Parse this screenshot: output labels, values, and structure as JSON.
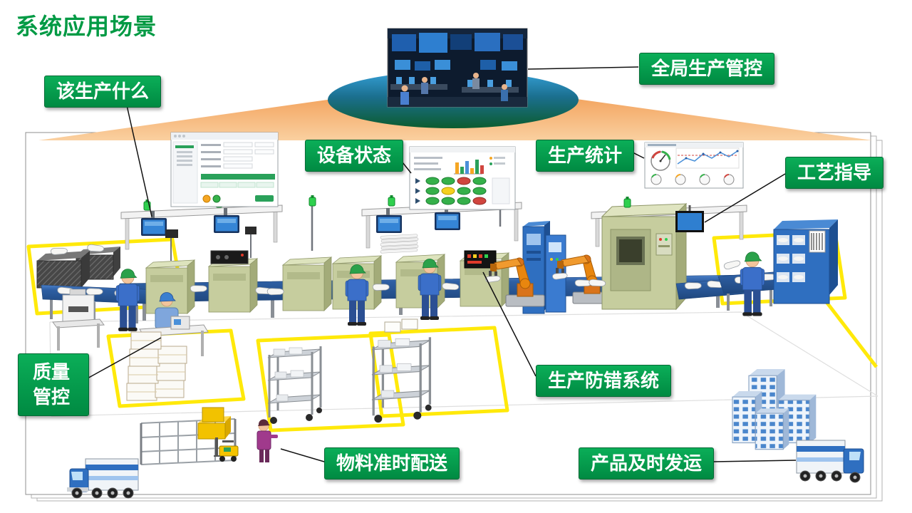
{
  "slide": {
    "title": "系统应用场景"
  },
  "callouts": {
    "what_to_produce": "该生产什么",
    "global_production_control": "全局生产管控",
    "equipment_status": "设备状态",
    "production_statistics": "生产统计",
    "process_guidance": "工艺指导",
    "quality_control_line1": "质量",
    "quality_control_line2": "管控",
    "error_proofing_system": "生产防错系统",
    "material_on_time_delivery": "物料准时配送",
    "product_on_time_shipment": "产品及时发运"
  },
  "colors": {
    "label_green": "#00A24F",
    "title_green": "#009A44",
    "funnel_orange": "#F5AB6C",
    "floor_marking_yellow": "#FFE90A",
    "conveyor_blue": "#2E5FA3",
    "robot_orange": "#E8860F",
    "machine_olive": "#C6CD9E"
  },
  "scene_icons": [
    "control-room-photo",
    "funnel-shape",
    "factory-sheet",
    "form-window",
    "dashboard-window",
    "statistics-window",
    "overhead-gantry",
    "andon-lamp-icon",
    "monitor-icon",
    "conveyor-belt",
    "workstation",
    "worker",
    "robot-arm-icon",
    "plc-cabinet",
    "inspection-machine",
    "finished-goods-rack",
    "quality-desk",
    "carton-stack",
    "trolley-cart",
    "wire-rack",
    "pallet-boxes",
    "forklift-icon",
    "material-handler",
    "delivery-truck-icon",
    "shipping-truck-icon",
    "factory-buildings"
  ]
}
